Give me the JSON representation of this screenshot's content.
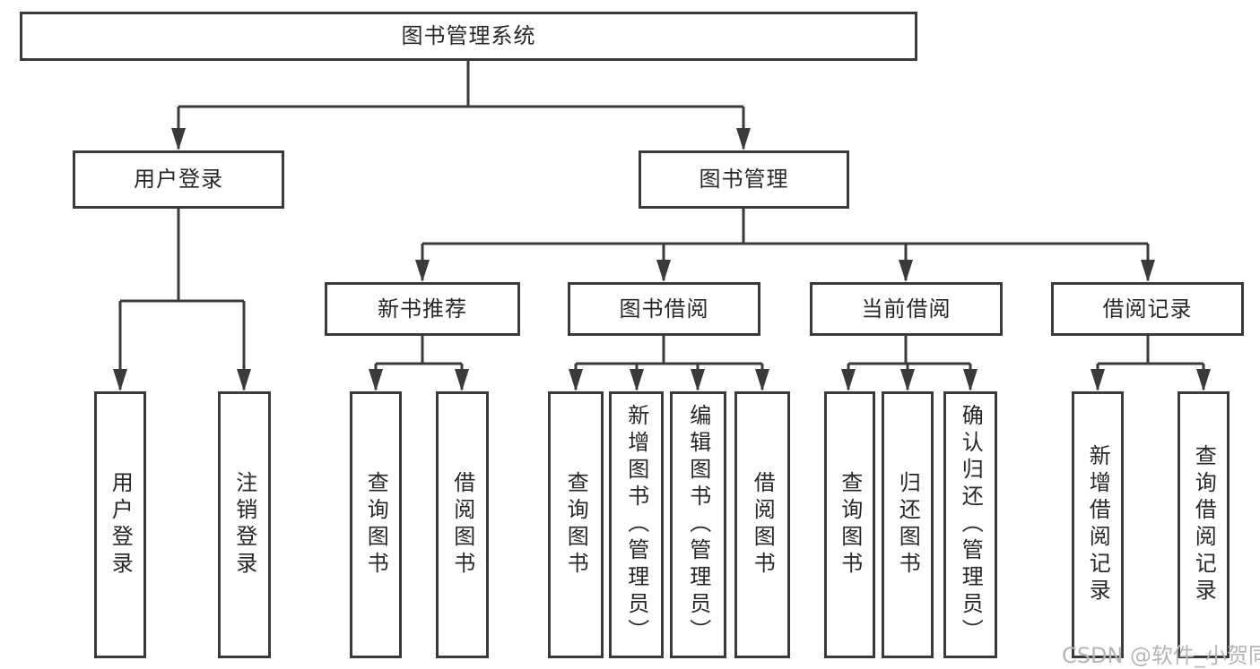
{
  "diagram_title": "图书管理系统",
  "colors": {
    "line": "#3a3a3a",
    "box_border": "#3a3a3a",
    "text": "#272727",
    "background": "#ffffff",
    "watermark": "#b5b5b5"
  },
  "tree": {
    "label": "图书管理系统",
    "children": [
      {
        "label": "用户登录",
        "children": [
          {
            "label": "用户登录"
          },
          {
            "label": "注销登录"
          }
        ]
      },
      {
        "label": "图书管理",
        "children": [
          {
            "label": "新书推荐",
            "children": [
              {
                "label": "查询图书"
              },
              {
                "label": "借阅图书"
              }
            ]
          },
          {
            "label": "图书借阅",
            "children": [
              {
                "label": "查询图书"
              },
              {
                "label": "新增图书（管理员）"
              },
              {
                "label": "编辑图书（管理员）"
              },
              {
                "label": "借阅图书"
              }
            ]
          },
          {
            "label": "当前借阅",
            "children": [
              {
                "label": "查询图书"
              },
              {
                "label": "归还图书"
              },
              {
                "label": "确认归还（管理员）"
              }
            ]
          },
          {
            "label": "借阅记录",
            "children": [
              {
                "label": "新增借阅记录"
              },
              {
                "label": "查询借阅记录"
              }
            ]
          }
        ]
      }
    ]
  },
  "watermark": {
    "text": "CSDN @软件_小贺同学"
  }
}
